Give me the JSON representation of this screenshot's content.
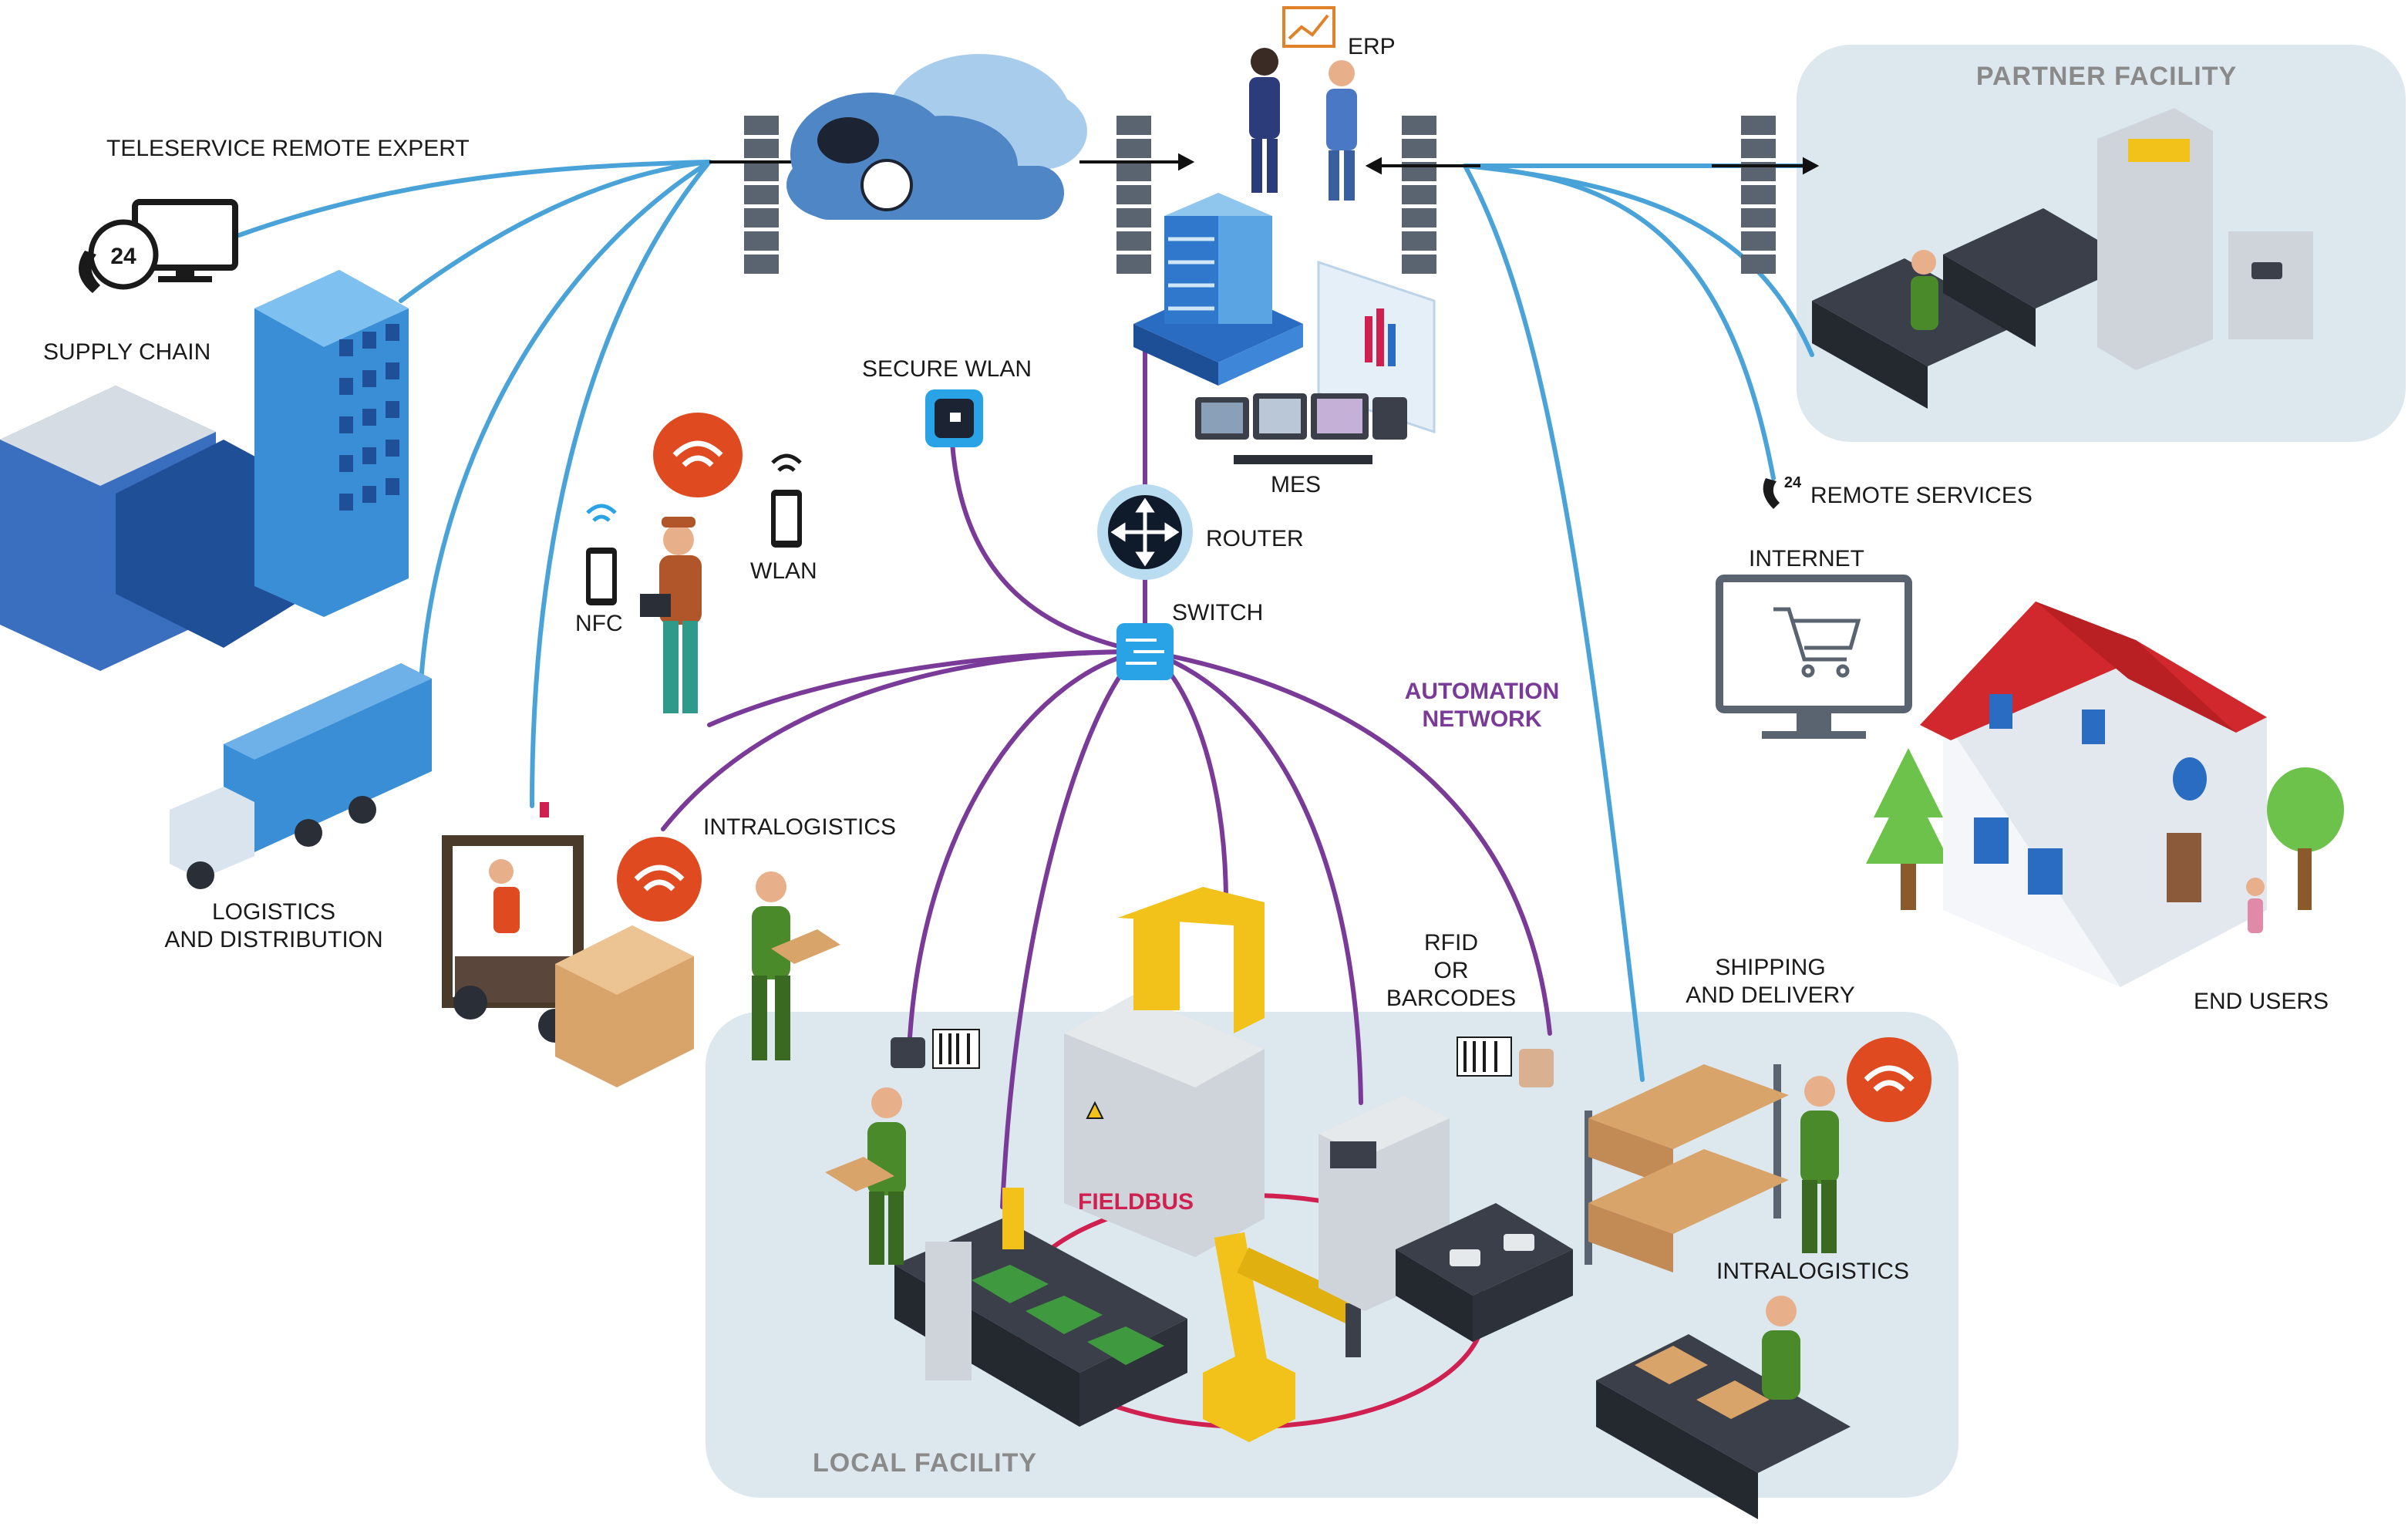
{
  "labels": {
    "teleservice": "TELESERVICE REMOTE EXPERT",
    "supply_chain": "SUPPLY CHAIN",
    "logistics_1": "LOGISTICS",
    "logistics_2": "AND DISTRIBUTION",
    "secure_wlan": "SECURE WLAN",
    "nfc": "NFC",
    "wlan": "WLAN",
    "erp": "ERP",
    "mes": "MES",
    "router": "ROUTER",
    "switch": "SWITCH",
    "automation_1": "AUTOMATION",
    "automation_2": "NETWORK",
    "intralogistics_left": "INTRALOGISTICS",
    "rfid_1": "RFID",
    "rfid_2": "OR",
    "rfid_3": "BARCODES",
    "shipping_1": "SHIPPING",
    "shipping_2": "AND DELIVERY",
    "intralogistics_right": "INTRALOGISTICS",
    "fieldbus": "FIELDBUS",
    "local_facility": "LOCAL FACILITY",
    "partner_facility": "PARTNER FACILITY",
    "remote_services": "REMOTE SERVICES",
    "internet": "INTERNET",
    "end_users": "END USERS",
    "badge_24": "24"
  },
  "colors": {
    "internet_link": "#4aa3d8",
    "automation_link": "#7a3a98",
    "fieldbus_ring": "#d0204f",
    "facility_bg": "#dde7ee",
    "cloud": "#4f86c6",
    "building": "#3a8ed6",
    "robot": "#f2c21a"
  },
  "icons": [
    "phone-24-icon",
    "monitor-icon",
    "cloud-icon",
    "firewall-icon",
    "server-icon",
    "router-icon",
    "switch-icon",
    "wifi-icon",
    "smartphone-icon",
    "lock-icon",
    "shopping-cart-icon",
    "barcode-scanner-icon",
    "robot-arm-icon",
    "house-icon",
    "tree-icon",
    "truck-icon",
    "forklift-icon"
  ]
}
